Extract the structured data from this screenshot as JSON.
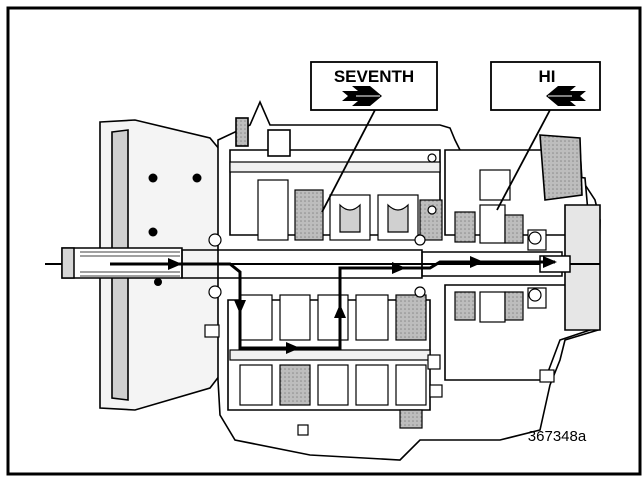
{
  "figure": {
    "callouts": {
      "seventh": {
        "label": "SEVENTH",
        "arrow_direction": "right"
      },
      "hi": {
        "label": "HI",
        "arrow_direction": "left"
      }
    },
    "figure_id": "367348a",
    "colors": {
      "ink": "#000000",
      "paper": "#ffffff",
      "shade": "#9a9a9a",
      "light": "#d4d4d4"
    }
  }
}
